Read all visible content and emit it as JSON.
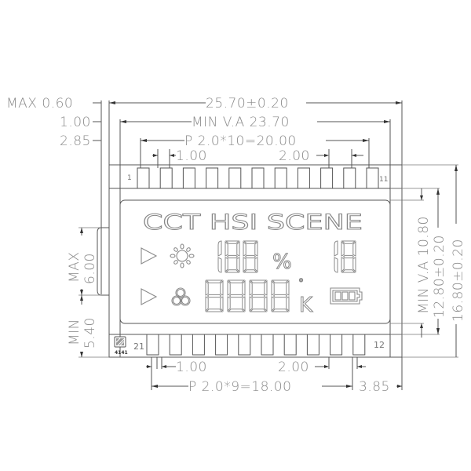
{
  "drawing": {
    "title": "LCD panel mechanical drawing",
    "colors": {
      "line": "#555555",
      "text": "#8a8a8a",
      "background": "#ffffff"
    },
    "top_dimensions": {
      "max_left_offset": "MAX 0.60",
      "overall_width": "25.70±0.20",
      "va_offset": "1.00",
      "min_va_width": "MIN V.A 23.70",
      "pin_offset": "2.85",
      "pin_pitch_total": "P 2.0*10=20.00",
      "pin_width": "1.00",
      "pin_pitch": "2.00"
    },
    "bottom_dimensions": {
      "pin_width": "1.00",
      "pin_pitch": "2.00",
      "pin_pitch_total": "P 2.0*9=18.00",
      "right_offset": "3.85"
    },
    "left_dimensions": {
      "max_thickness_label": "MAX",
      "max_thickness_value": "6.00",
      "min_label": "MIN",
      "min_value": "5.40"
    },
    "right_dimensions": {
      "min_va_height": "MIN V.A 10.80",
      "glass_height": "12.80±0.20",
      "overall_height": "16.80±0.20"
    },
    "pins": {
      "top_first": "1",
      "top_last": "11",
      "bottom_first": "21",
      "bottom_last": "12",
      "top_count": 11,
      "bottom_count": 10
    },
    "logo": {
      "code": "4141"
    },
    "display": {
      "mode_labels": "CCT HSI SCENE",
      "row1_digits": "188",
      "row1_unit": "%",
      "row1_right_digits": "18",
      "row2_digits": "8888",
      "row2_degree": "°",
      "row2_unit": "K",
      "icons": [
        "play-triangle-icon",
        "sun-icon",
        "rgb-circles-icon",
        "battery-icon"
      ]
    }
  }
}
